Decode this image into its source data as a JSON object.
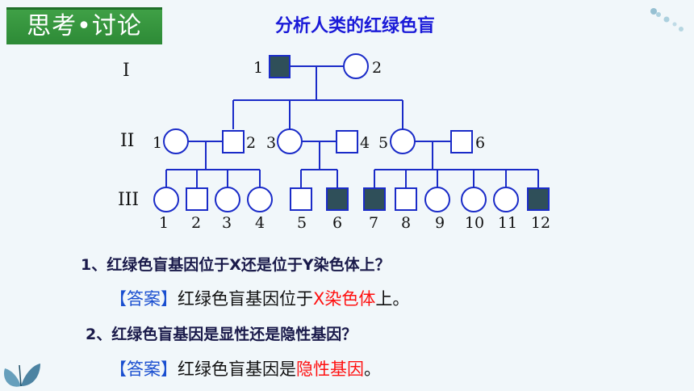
{
  "badge": {
    "text": "思考•讨论"
  },
  "title": "分析人类的红绿色盲",
  "generations": {
    "I": "I",
    "II": "II",
    "III": "III"
  },
  "individuals": {
    "I": [
      "1",
      "2"
    ],
    "II": [
      "1",
      "2",
      "3",
      "4",
      "5",
      "6"
    ],
    "III": [
      "1",
      "2",
      "3",
      "4",
      "5",
      "6",
      "7",
      "8",
      "9",
      "10",
      "11",
      "12"
    ]
  },
  "colors": {
    "line": "#1a2bc8",
    "affected_fill": "#2f4f59",
    "title": "#1a1ad8",
    "answer_tag": "#1a4fd0",
    "highlight": "#ff1010",
    "badge": "#2d8a36"
  },
  "qa": [
    {
      "question": "1、红绿色盲基因位于X还是位于Y染色体上？",
      "answer_tag": "【答案】",
      "answer_pre": "红绿色盲基因位于",
      "answer_hl": "X染色体",
      "answer_post": "上。"
    },
    {
      "question": "2、红绿色盲基因是显性还是隐性基因？",
      "answer_tag": "【答案】",
      "answer_pre": "红绿色盲基因是",
      "answer_hl": "隐性基因",
      "answer_post": "。"
    }
  ]
}
